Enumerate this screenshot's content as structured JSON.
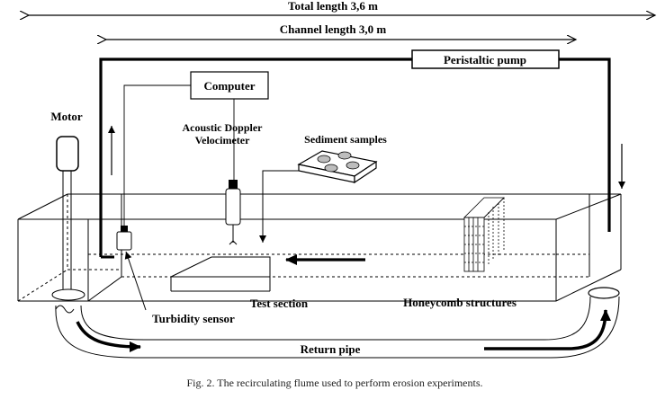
{
  "diagram": {
    "labels": {
      "total_length": "Total length 3,6 m",
      "channel_length": "Channel length 3,0 m",
      "peristaltic_pump": "Peristaltic pump",
      "computer": "Computer",
      "motor": "Motor",
      "adv_line1": "Acoustic Doppler",
      "adv_line2": "Velocimeter",
      "sediment_samples": "Sediment samples",
      "test_section": "Test section",
      "honeycomb": "Honeycomb structures",
      "turbidity_sensor": "Turbidity sensor",
      "return_pipe": "Return pipe"
    },
    "caption": "Fig. 2. The recirculating flume used to perform erosion experiments."
  }
}
